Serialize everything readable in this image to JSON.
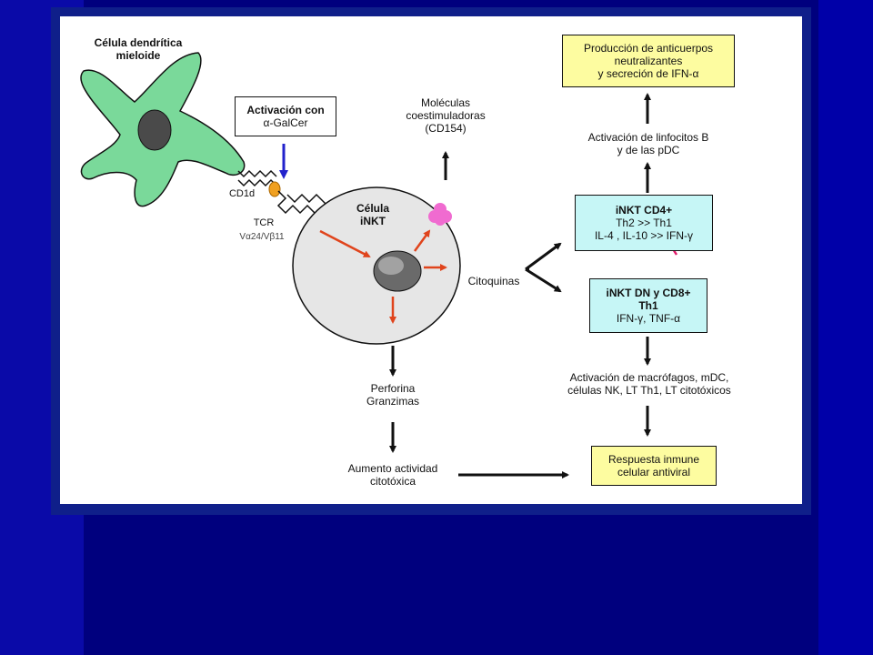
{
  "colors": {
    "background": "#00007e",
    "slide_frame": "#0f1f8a",
    "panel": "#ffffff",
    "dendritic_cell": "#7ad99a",
    "yellow_box": "#fdfca0",
    "cyan_box": "#c6f6f6",
    "red_arrow": "#e0441c",
    "blue_arrow": "#2222cc",
    "pink_marker": "#f06bd0"
  },
  "labels": {
    "dendritic_cell": [
      "Célula dendrítica",
      "mieloide"
    ],
    "activation_galcer": [
      "Activación con",
      "α-GalCer"
    ],
    "cd1d": "CD1d",
    "tcr": "TCR",
    "tcr_chains": "Vα24/Vβ11",
    "inkt_cell": [
      "Célula",
      "iNKT"
    ],
    "costim_molecules": [
      "Moléculas",
      "coestimuladoras",
      "(CD154)"
    ],
    "cytokines": "Citoquinas",
    "perforin": [
      "Perforina",
      "Granzimas"
    ],
    "cytotoxic_increase": [
      "Aumento actividad",
      "citotóxica"
    ],
    "antibody_box": [
      "Producción de anticuerpos",
      "neutralizantes",
      "y secreción de IFN-α"
    ],
    "b_cell_activation": [
      "Activación de linfocitos B",
      "y de las pDC"
    ],
    "cd4_box": [
      "iNKT CD4+",
      "Th2 >> Th1",
      "IL-4 , IL-10 >> IFN-γ"
    ],
    "cd8_box": [
      "iNKT DN y CD8+",
      "Th1",
      "IFN-γ, TNF-α"
    ],
    "macrophage_activation": [
      "Activación de macrófagos, mDC,",
      "células NK, LT Th1, LT citotóxicos"
    ],
    "antiviral_box": [
      "Respuesta inmune",
      "celular antiviral"
    ]
  }
}
